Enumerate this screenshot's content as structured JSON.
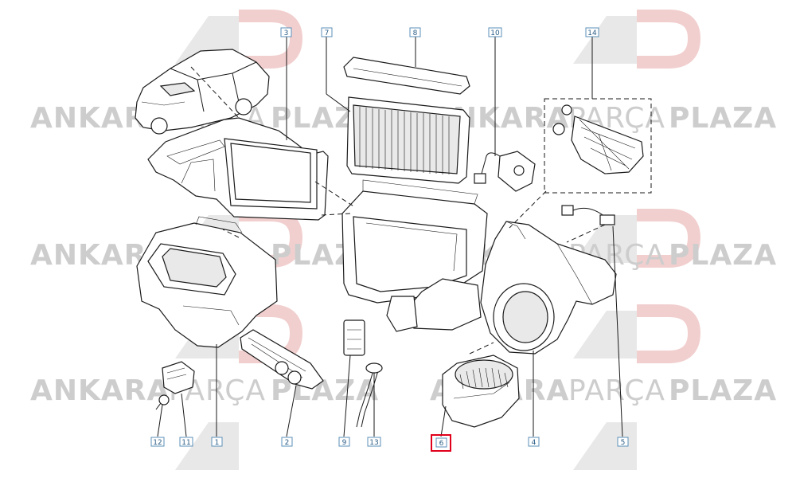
{
  "watermark": {
    "brand_left": "ANKARA",
    "brand_mid": "PARÇA",
    "brand_right": "PLAZA",
    "logo_letters": "AP",
    "color_dark": "#c9c9c9",
    "color_red": "#f3caca"
  },
  "callouts": [
    {
      "id": "c3",
      "label": "3",
      "highlight": false
    },
    {
      "id": "c7",
      "label": "7",
      "highlight": false
    },
    {
      "id": "c8",
      "label": "8",
      "highlight": false
    },
    {
      "id": "c10",
      "label": "10",
      "highlight": false
    },
    {
      "id": "c14",
      "label": "14",
      "highlight": false
    },
    {
      "id": "c12",
      "label": "12",
      "highlight": false
    },
    {
      "id": "c11",
      "label": "11",
      "highlight": false
    },
    {
      "id": "c1",
      "label": "1",
      "highlight": false
    },
    {
      "id": "c2",
      "label": "2",
      "highlight": false
    },
    {
      "id": "c9",
      "label": "9",
      "highlight": false
    },
    {
      "id": "c13",
      "label": "13",
      "highlight": false
    },
    {
      "id": "c6",
      "label": "6",
      "highlight": true
    },
    {
      "id": "c4",
      "label": "4",
      "highlight": false
    },
    {
      "id": "c5",
      "label": "5",
      "highlight": false
    }
  ],
  "highlight_color": "#e0001b"
}
